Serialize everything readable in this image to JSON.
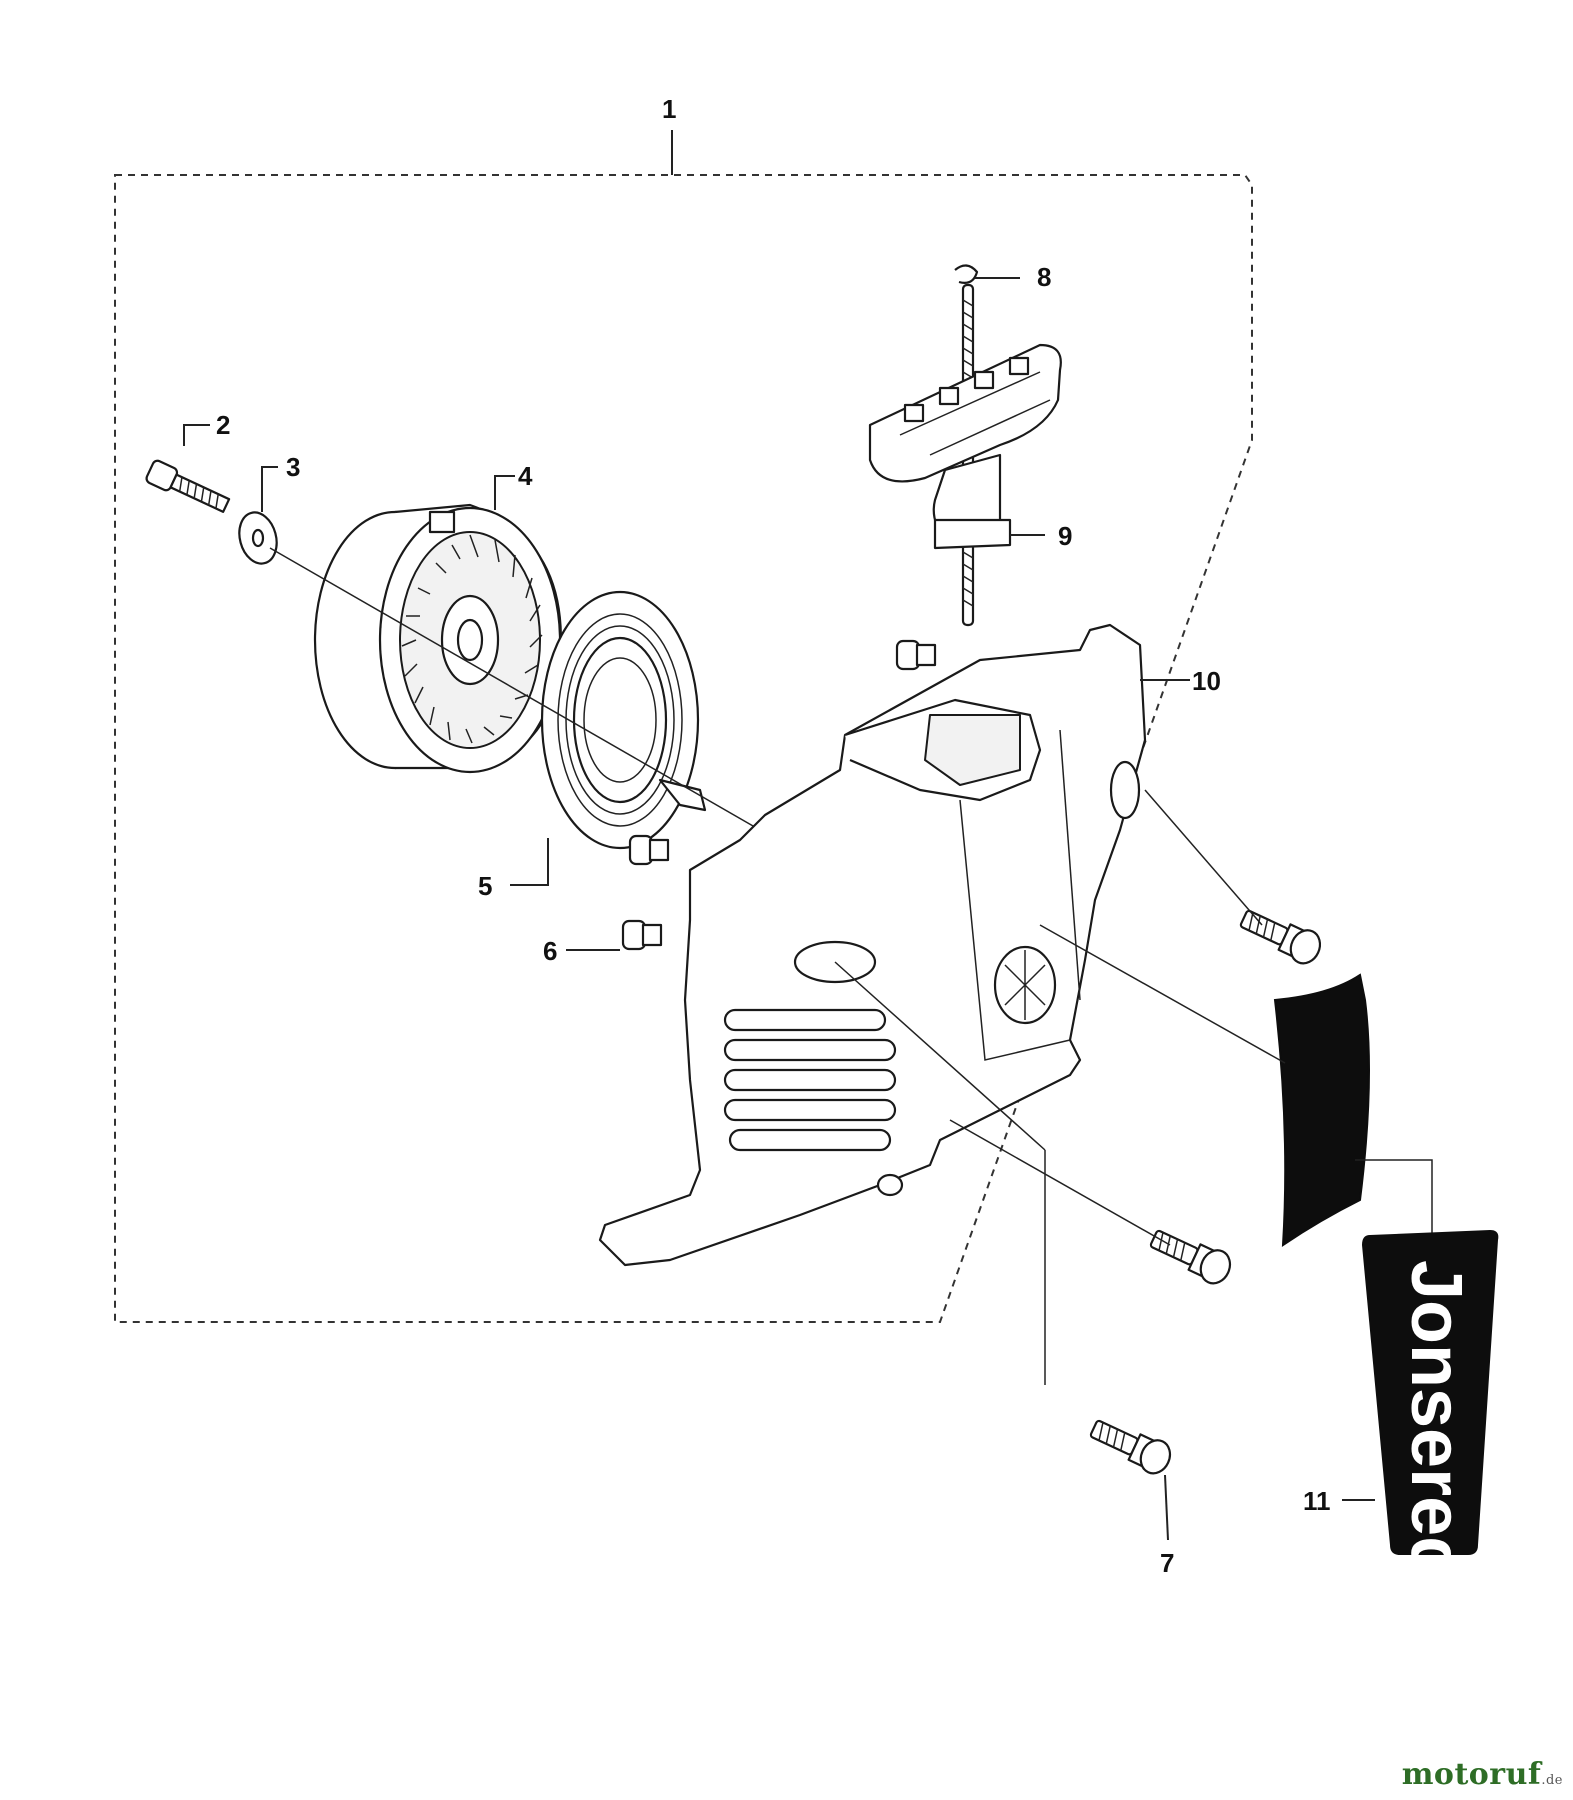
{
  "diagram": {
    "callouts": [
      "1",
      "2",
      "3",
      "4",
      "5",
      "6",
      "7",
      "8",
      "9",
      "10",
      "11"
    ],
    "decal_logo_text": "Jonsered"
  },
  "watermark": {
    "brand": "motoruf",
    "suffix": ".de",
    "brand_color": "#2e6d26"
  }
}
